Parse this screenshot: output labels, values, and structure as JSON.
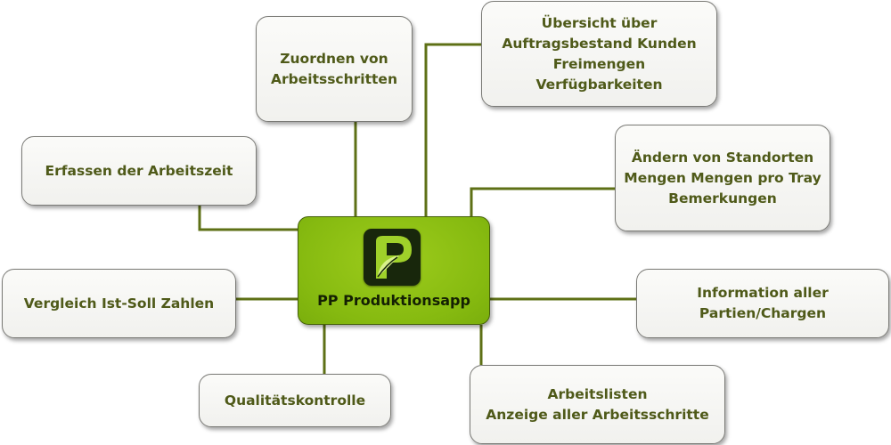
{
  "diagram": {
    "center": {
      "title": "PP Produktionsapp",
      "logo_icon": "pp-leaf-logo-icon"
    },
    "nodes": {
      "zuordnen": "Zuordnen von\nArbeitsschritten",
      "uebersicht": "Übersicht über\nAuftragsbestand Kunden\nFreimengen\nVerfügbarkeiten",
      "erfassen": "Erfassen der Arbeitszeit",
      "aendern": "Ändern von Standorten\nMengen Mengen pro Tray\nBemerkungen",
      "vergleich": "Vergleich Ist-Soll Zahlen",
      "information": "Information aller\nPartien/Chargen",
      "qualitaet": "Qualitätskontrolle",
      "arbeitslisten": "Arbeitslisten\nAnzeige aller Arbeitsschritte"
    },
    "colors": {
      "connector": "#5e7016",
      "center_fill": "#8cbf12",
      "node_text": "#4f5a19",
      "logo_background": "#18270c"
    }
  }
}
